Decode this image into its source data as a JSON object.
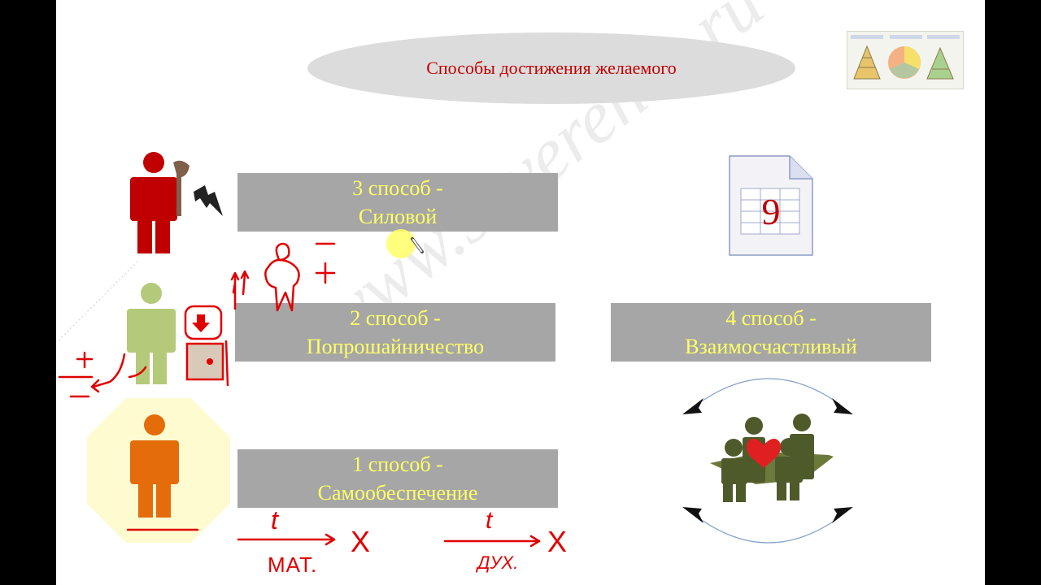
{
  "slide": {
    "title": "Способы достижения желаемого",
    "watermark": "www.soverenes.ru"
  },
  "ways": [
    {
      "line1": "3 способ -",
      "line2": "Силовой"
    },
    {
      "line1": "2 способ -",
      "line2": "Попрошайничество"
    },
    {
      "line1": "1 способ -",
      "line2": "Самообеспечение"
    },
    {
      "line1": "4 способ -",
      "line2": "Взаимосчастливый"
    }
  ],
  "document_number": "9",
  "annotations": {
    "t1": "t",
    "x1": "X",
    "mat": "МАТ.",
    "t2": "t",
    "x2": "X",
    "dukh": "ДУХ.",
    "plus": "+",
    "minus": "−"
  },
  "colors": {
    "title_text": "#c00000",
    "box_bg": "#a6a6a6",
    "box_text": "#ffff66",
    "force_person": "#c00000",
    "beg_person": "#b5c97a",
    "self_person": "#e46c0a",
    "octagon": "#fdfbcf",
    "group_people": "#4f5a2b",
    "heart": "#e02020",
    "pen_annotation": "#e00000"
  },
  "icons": [
    "person-with-axe-icon",
    "lightning-icon",
    "person-icon",
    "donation-box-icon",
    "document-icon",
    "group-heart-icon",
    "circular-arrows-icon",
    "pen-cursor-icon"
  ]
}
